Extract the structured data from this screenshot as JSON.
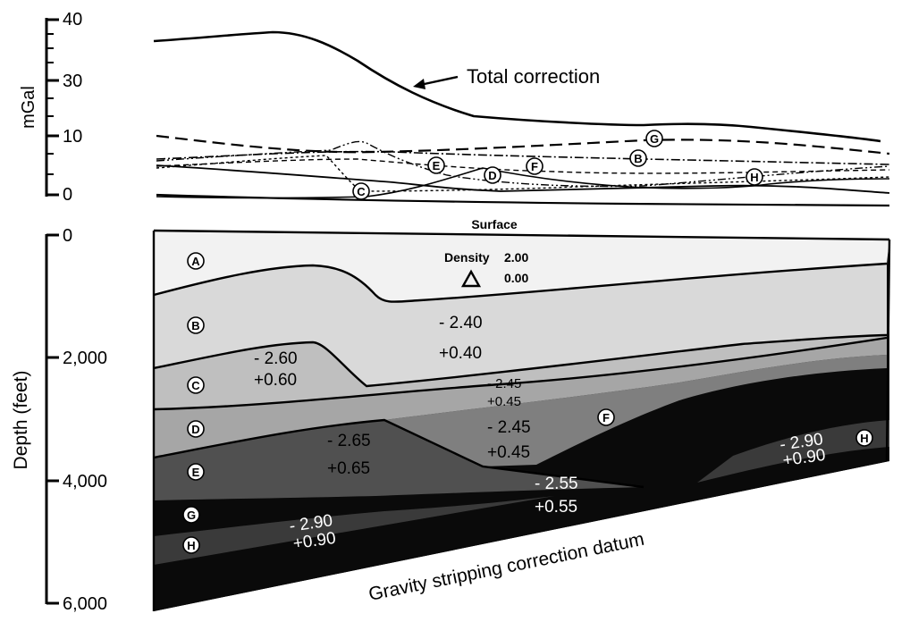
{
  "top_axis": {
    "label": "mGal",
    "ticks": [
      "40",
      "30",
      "10",
      "0"
    ]
  },
  "depth_axis": {
    "label": "Depth (feet)",
    "ticks": [
      "0",
      "2,000",
      "4,000",
      "6,000"
    ]
  },
  "annotations": {
    "total_correction": "Total correction",
    "surface": "Surface",
    "density_label": "Density",
    "density_value": "2.00",
    "density_delta": "0.00",
    "datum": "Gravity stripping correction datum"
  },
  "curve_markers": [
    "G",
    "E",
    "D",
    "F",
    "B",
    "C",
    "H"
  ],
  "layers": [
    {
      "id": "A",
      "density": "",
      "delta": ""
    },
    {
      "id": "B",
      "density": "- 2.40",
      "delta": "+0.40"
    },
    {
      "id": "C",
      "density": "- 2.60",
      "delta": "+0.60",
      "density_2": "- 2.45",
      "delta_2": "+0.45"
    },
    {
      "id": "D",
      "density": "- 2.65",
      "delta": "+0.65"
    },
    {
      "id": "F",
      "density": "- 2.45",
      "delta": "+0.45"
    },
    {
      "id": "E",
      "density": "- 2.55",
      "delta": "+0.55"
    },
    {
      "id": "G",
      "density": "",
      "delta": ""
    },
    {
      "id": "H",
      "density": "- 2.90",
      "delta": "+0.90",
      "density_2": "- 2.90",
      "delta_2": "+0.90"
    }
  ],
  "colors": {
    "A": "#f2f2f2",
    "B": "#d9d9d9",
    "C": "#bfbfbf",
    "D": "#a6a6a6",
    "F": "#7f7f7f",
    "E": "#505050",
    "H": "#3a3a3a",
    "G": "#0a0a0a"
  }
}
